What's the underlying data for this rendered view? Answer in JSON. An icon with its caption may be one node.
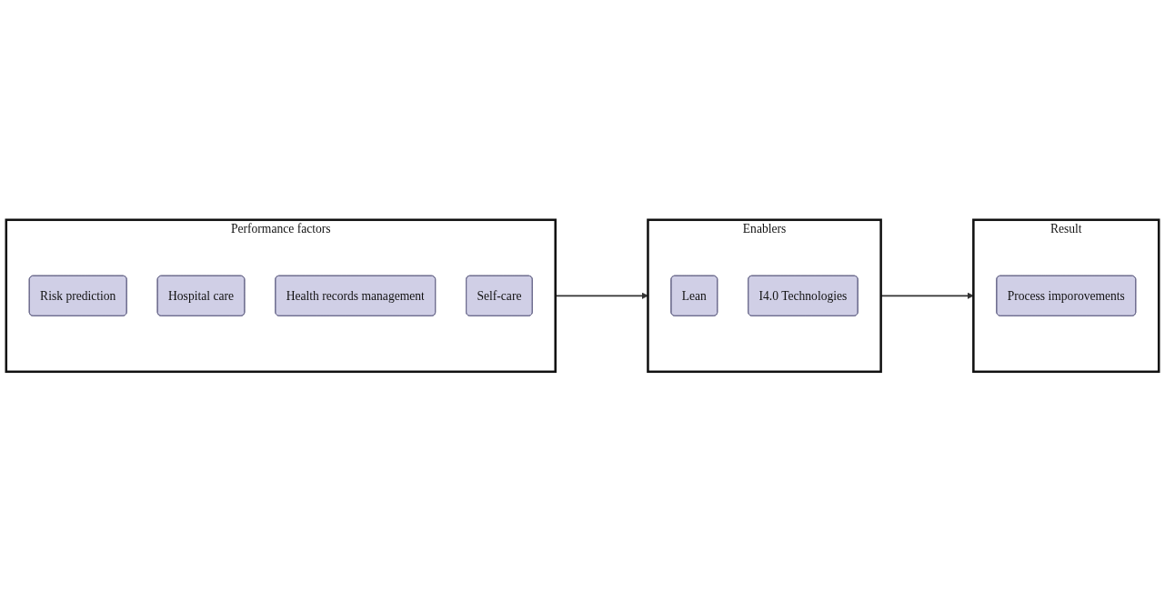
{
  "diagram": {
    "nodes": [
      {
        "text": [
          "Performance factors"
        ]
      },
      {
        "text": [
          "Risk prediction"
        ],
        "in": 0
      },
      {
        "text": [
          "Hospital care"
        ],
        "in": 0
      },
      {
        "text": [
          "Health records management"
        ],
        "in": 0
      },
      {
        "text": [
          "Self-care"
        ],
        "in": 0
      },
      {
        "text": [
          "Enablers"
        ]
      },
      {
        "text": [
          "Lean"
        ],
        "in": 5
      },
      {
        "text": [
          "I4.0 Technologies"
        ],
        "in": 5
      },
      {
        "text": [
          "Result"
        ]
      },
      {
        "text": [
          "Process imporovements"
        ],
        "in": 8
      }
    ],
    "edges": [
      {
        "from": 0,
        "to": 5,
        "arrow": "to"
      },
      {
        "from": 5,
        "to": 8,
        "arrow": "to"
      }
    ]
  }
}
